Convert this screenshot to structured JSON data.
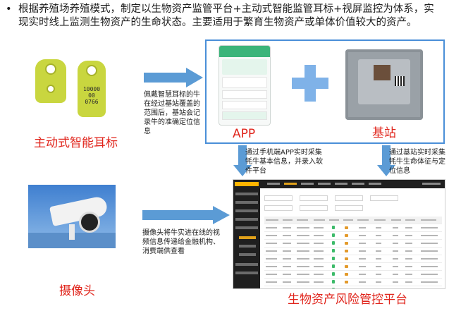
{
  "intro": {
    "bullet": "•",
    "text": "根据养殖场养殖模式，制定以生物资产监管平台+主动式智能监管耳标+视屏监控为体系，实现实时线上监测生物资产的生命状态。主要适用于繁育生物资产或单体价值较大的资产。"
  },
  "ear_tag": {
    "label": "主动式智能耳标",
    "digits": "10000\n00\n0766",
    "note": "佩戴智慧耳标的牛在经过基站覆盖的范围后，基站会记录牛的准确定位信息"
  },
  "app": {
    "label": "APP"
  },
  "base_station": {
    "label": "基站"
  },
  "arrows": {
    "app_note": "通过手机端APP实时采集牦牛基本信息，并录入软件平台",
    "station_note": "通过基站实时采集牦牛生命体征与定位信息"
  },
  "camera": {
    "label": "摄像头",
    "note": "摄像头将牛实进在线的视频信息传递给金融机构、消费端供查看"
  },
  "platform": {
    "label": "生物资产风险管控平台"
  },
  "colors": {
    "red": "#e0241b",
    "blue_arrow": "#5b9bd5",
    "tag_yellow": "#c9d63f",
    "dash_dark": "#1f1f1f",
    "accent_orange": "#e0a11a"
  }
}
